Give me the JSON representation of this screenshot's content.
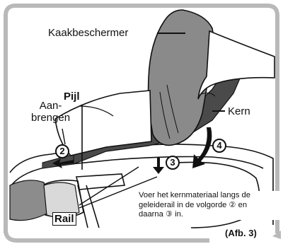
{
  "labels": {
    "jaw_guard": "Kaakbeschermer",
    "arrow": "Pijl",
    "attach": "Aan-\nbrengen",
    "core": "Kern",
    "rail": "Rail",
    "figure_ref": "(Afb. 3)"
  },
  "steps": {
    "step2": "2",
    "step3": "3",
    "step4": "4"
  },
  "note": "Voer het kernmateriaal langs de\ngeleiderail in de volgorde ② en\ndaarna ③ in.",
  "colors": {
    "frame": "#b9b9b9",
    "outline": "#111111",
    "core": "#4a4a4a",
    "jaw_guard": "#8a8a8a",
    "hand": "#ffffff"
  }
}
